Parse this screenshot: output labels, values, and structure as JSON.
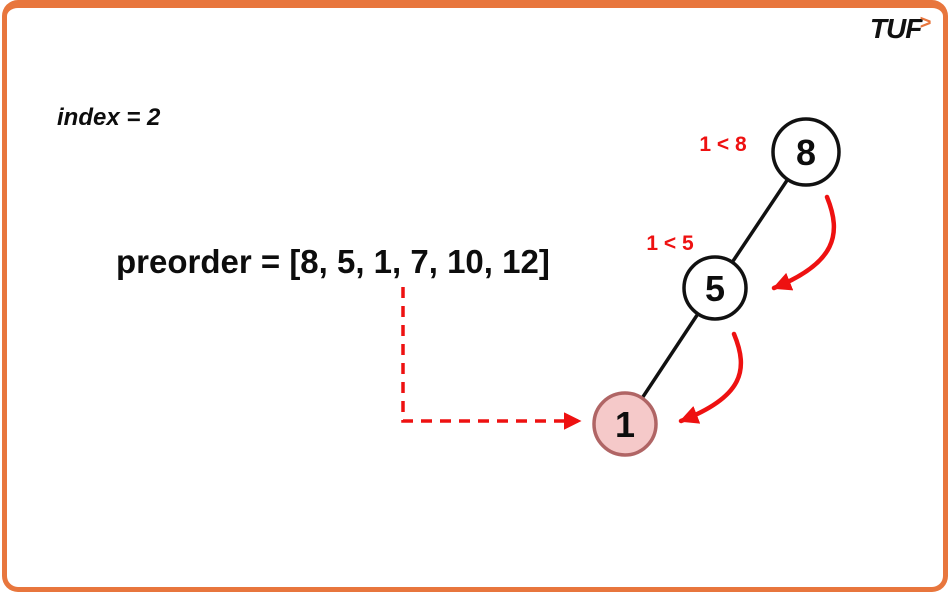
{
  "frame": {
    "border_color": "#E8763D",
    "background": "#FFFFFF"
  },
  "logo": {
    "text": "TUF",
    "chevron": ">",
    "text_color": "#111111",
    "chevron_color": "#E8763D"
  },
  "labels": {
    "index": "index = 2",
    "preorder": "preorder = [8, 5, 1, 7, 10, 12]"
  },
  "tree": {
    "description_colors": {
      "edge_color": "#111111",
      "arrow_color": "#EE1111",
      "highlight_fill": "#F5C9C9",
      "highlight_stroke": "#B06565"
    },
    "nodes": [
      {
        "name": "node-8",
        "value": "8",
        "fill": "#ffffff",
        "stroke": "#111111",
        "highlighted": false
      },
      {
        "name": "node-5",
        "value": "5",
        "fill": "#ffffff",
        "stroke": "#111111",
        "highlighted": false
      },
      {
        "name": "node-1",
        "value": "1",
        "fill": "#F5C9C9",
        "stroke": "#B06565",
        "highlighted": true
      }
    ],
    "edges": [
      {
        "from": "8",
        "to": "5"
      },
      {
        "from": "5",
        "to": "1"
      }
    ],
    "comparisons": [
      {
        "label": "1 < 8",
        "near_node": "8"
      },
      {
        "label": "1 < 5",
        "near_node": "5"
      }
    ],
    "arrow_color": "#EE1111"
  }
}
